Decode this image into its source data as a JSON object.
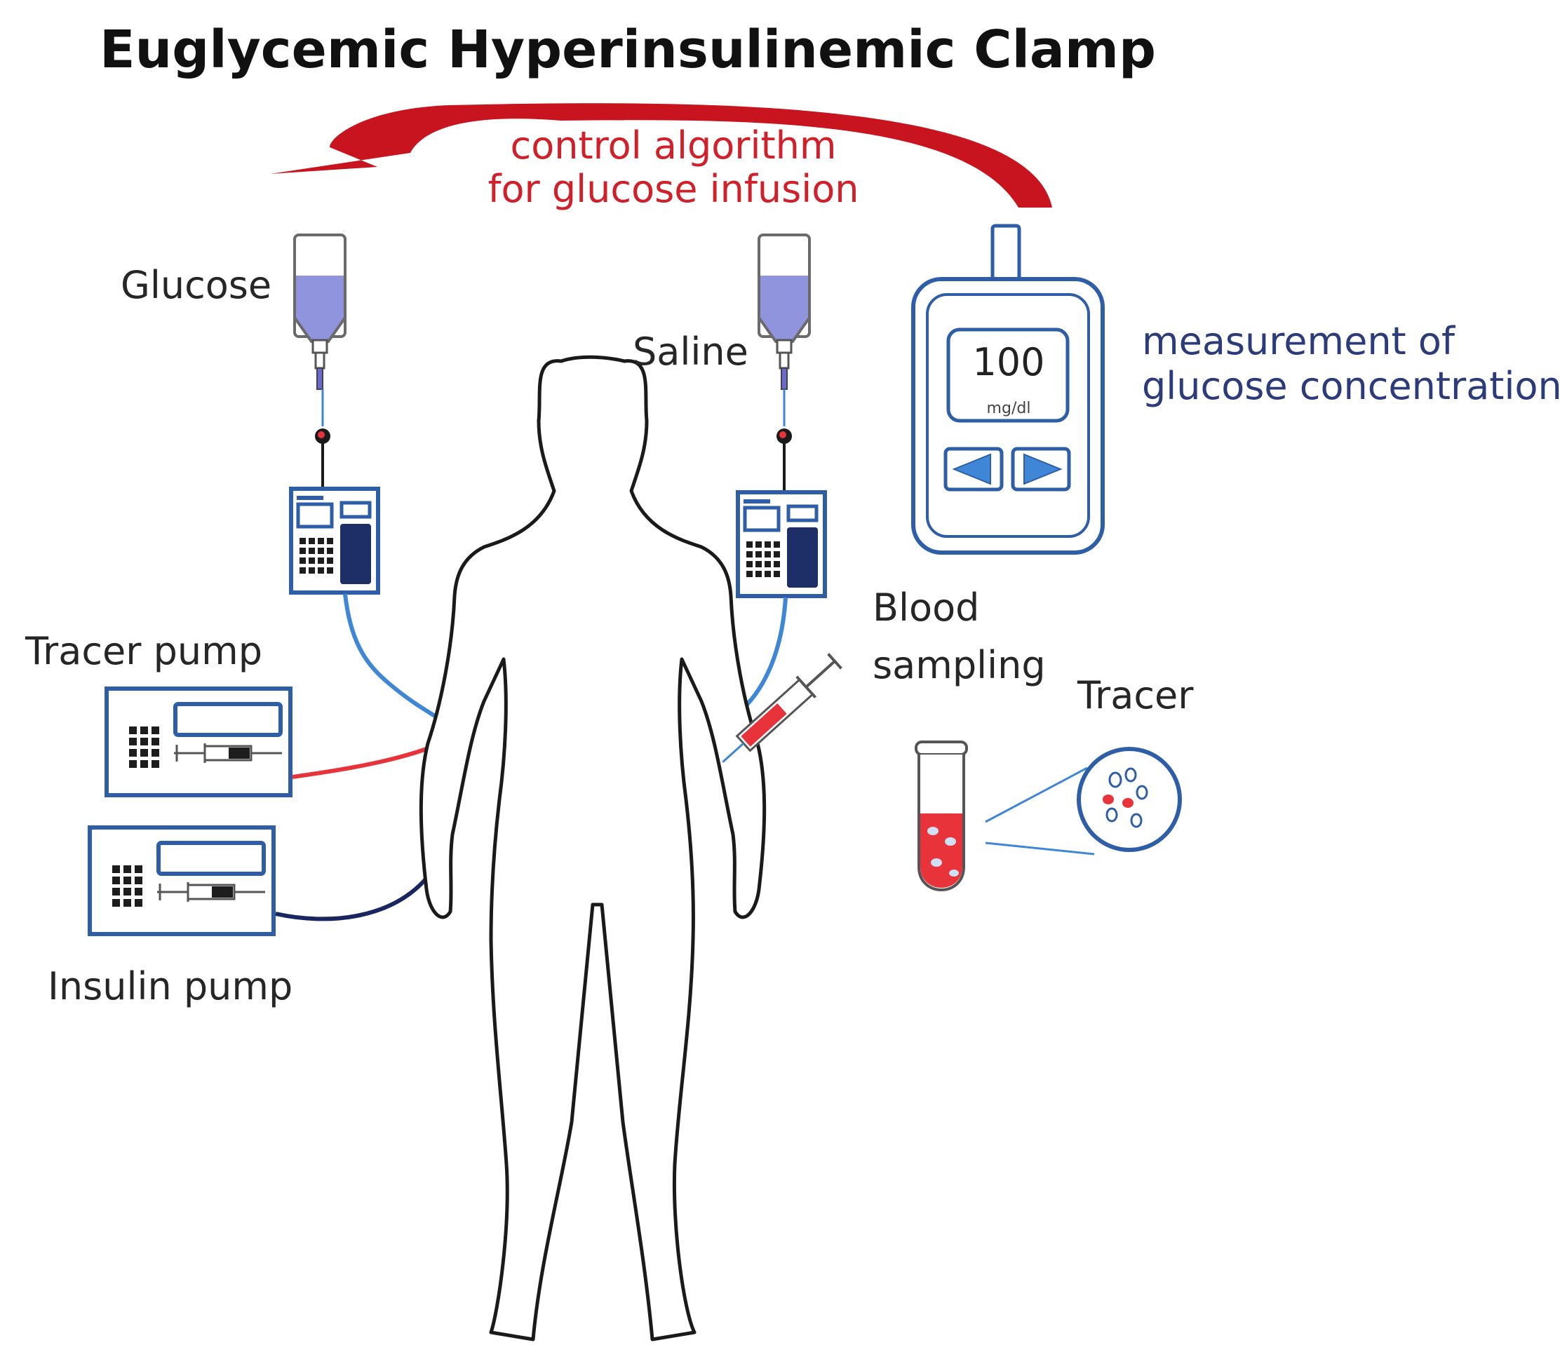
{
  "title": "Euglycemic  Hyperinsulinemic Clamp",
  "control": {
    "line1": "control algorithm",
    "line2": "for glucose infusion"
  },
  "labels": {
    "glucose": "Glucose",
    "saline": "Saline",
    "tracer_pump": "Tracer pump",
    "insulin_pump": "Insulin pump",
    "blood_sampling_1": "Blood",
    "blood_sampling_2": "sampling",
    "tracer": "Tracer",
    "measurement_1": "measurement of",
    "measurement_2": "glucose concentration"
  },
  "meter": {
    "value": "100",
    "unit": "mg/dl"
  },
  "icons": [
    "curved-arrow-icon",
    "iv-bag-icon",
    "infusion-pump-icon",
    "syringe-pump-icon",
    "human-silhouette-icon",
    "syringe-icon",
    "test-tube-icon",
    "magnifier-circle-icon",
    "glucose-meter-icon"
  ],
  "colors": {
    "arrow": "#c8141e",
    "control_text": "#d0202a",
    "measurement_text": "#2c3b7a",
    "device_blue": "#2f5ea8",
    "tube_light_blue": "#3f86d6",
    "tube_red": "#e8333a",
    "tube_navy": "#1a2660",
    "fluid": "#8f94dc"
  }
}
